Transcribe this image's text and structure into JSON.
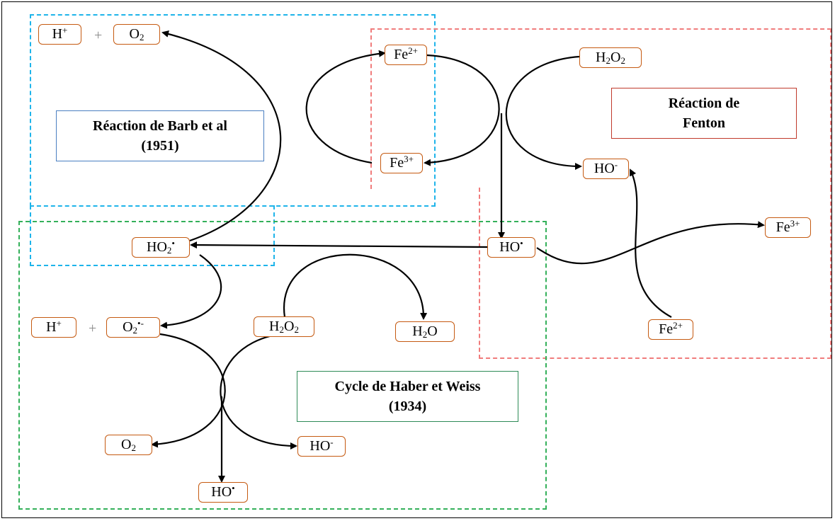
{
  "colors": {
    "barb": "#1eb4ea",
    "fenton": "#f07c7c",
    "haber_weiss": "#34b05a",
    "species_border": "#c55a11",
    "arrow": "#000000"
  },
  "reactions": {
    "barb": "Réaction de Barb et al (1951)",
    "fenton": "Réaction de Fenton",
    "haber_weiss": "Cycle de Haber et Weiss (1934)"
  },
  "species": {
    "h_plus_top": {
      "base": "H",
      "sup": "+"
    },
    "o2_top": {
      "base": "O",
      "sub": "2"
    },
    "fe2_top": {
      "base": "Fe",
      "sup": "2+"
    },
    "fe3_top": {
      "base": "Fe",
      "sup": "3+"
    },
    "h2o2_top": {
      "base": "H",
      "sub": "2",
      "base2": "O",
      "sub2": "2"
    },
    "ho_minus_top": {
      "base": "HO",
      "sup": "-"
    },
    "fe3_right": {
      "base": "Fe",
      "sup": "3+"
    },
    "fe2_right": {
      "base": "Fe",
      "sup": "2+"
    },
    "ho_radical_mid": {
      "base": "HO",
      "sup": "•"
    },
    "ho2_radical": {
      "base": "HO",
      "sub": "2",
      "sup": "•"
    },
    "h_plus_bottom": {
      "base": "H",
      "sup": "+"
    },
    "o2_superoxide": {
      "base": "O",
      "sub": "2",
      "sup": "•-"
    },
    "h2o2_bottom": {
      "base": "H",
      "sub": "2",
      "base2": "O",
      "sub2": "2"
    },
    "h2o": {
      "base": "H",
      "sub": "2",
      "base2": "O"
    },
    "o2_bottom": {
      "base": "O",
      "sub": "2"
    },
    "ho_minus_bottom": {
      "base": "HO",
      "sup": "-"
    },
    "ho_radical_bottom": {
      "base": "HO",
      "sup": "•"
    }
  },
  "operators": {
    "plus": "+"
  }
}
